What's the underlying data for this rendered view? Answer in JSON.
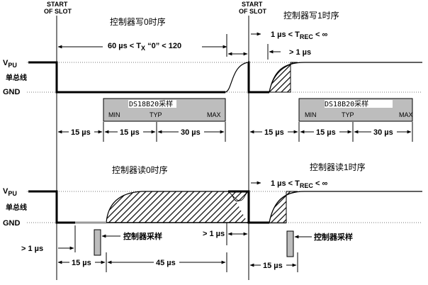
{
  "labels": {
    "start_slot_1": "START",
    "start_slot_2": "OF SLOT",
    "vpu_main": "V",
    "vpu_sub": "PU",
    "bus": "单总线",
    "gnd": "GND"
  },
  "write": {
    "title0": "控制器写0时序",
    "title1": "控制器写1时序",
    "dur_60_a": "60 µs < T",
    "dur_60_sub": "X",
    "dur_60_b": " “0” < 120",
    "rec_a": "1 µs < T",
    "rec_sub": "REC",
    "rec_b": " < ∞",
    "gt1": "> 1 µs",
    "sample_title": "DS18B20采样",
    "sample_min": "MIN",
    "sample_typ": "TYP",
    "sample_max": "MAX",
    "t15a": "15 µs",
    "t15b": "15 µs",
    "t30": "30 µs",
    "t15c": "15 µs",
    "t15d": "15 µs",
    "t30b": "30 µs"
  },
  "read": {
    "title0": "控制器读0时序",
    "title1": "控制器读1时序",
    "rec_a": "1 µs < T",
    "rec_sub": "REC",
    "rec_b": " < ∞",
    "gt1_left": "> 1 µs",
    "gt1_mid": "> 1 µs",
    "sample0": "控制器采样",
    "sample1": "控制器采样",
    "t15a": "15 µs",
    "t45": "45 µs",
    "t15b": "15 µs"
  }
}
